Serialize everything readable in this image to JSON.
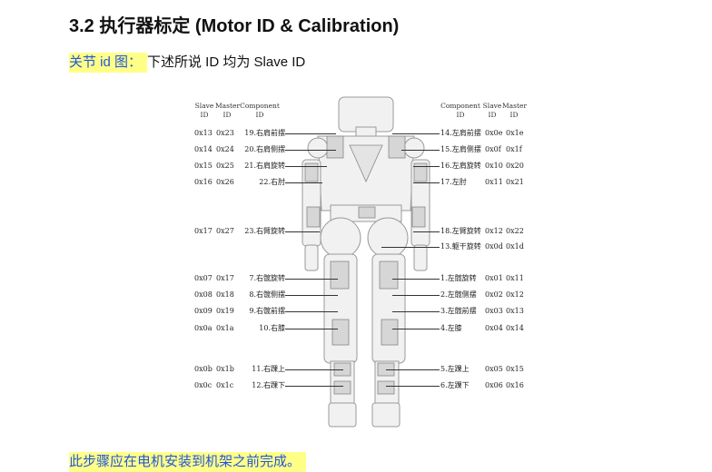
{
  "heading": "3.2 执行器标定 (Motor ID & Calibration)",
  "intro": {
    "highlight": "关节 id 图：",
    "text": "下述所说 ID 均为 Slave ID"
  },
  "figure": {
    "left_header": {
      "slave": "Slave ID",
      "master": "Master ID",
      "component": "Component ID"
    },
    "right_header": {
      "component": "Component ID",
      "slave": "Slave ID",
      "master": "Master ID"
    },
    "left_rows": [
      {
        "slave": "0x13",
        "master": "0x23",
        "component": "19.右肩前摆"
      },
      {
        "slave": "0x14",
        "master": "0x24",
        "component": "20.右肩侧摆"
      },
      {
        "slave": "0x15",
        "master": "0x25",
        "component": "21.右肩旋转"
      },
      {
        "slave": "0x16",
        "master": "0x26",
        "component": "22.右肘"
      },
      {
        "slave": "0x17",
        "master": "0x27",
        "component": "23.右臂旋转"
      },
      {
        "slave": "0x07",
        "master": "0x17",
        "component": "7.右髋旋转"
      },
      {
        "slave": "0x08",
        "master": "0x18",
        "component": "8.右髋侧摆"
      },
      {
        "slave": "0x09",
        "master": "0x19",
        "component": "9.右髋前摆"
      },
      {
        "slave": "0x0a",
        "master": "0x1a",
        "component": "10.右膝"
      },
      {
        "slave": "0x0b",
        "master": "0x1b",
        "component": "11.右踝上"
      },
      {
        "slave": "0x0c",
        "master": "0x1c",
        "component": "12.右踝下"
      }
    ],
    "right_rows": [
      {
        "component": "14.左肩前摆",
        "slave": "0x0e",
        "master": "0x1e"
      },
      {
        "component": "15.左肩侧摆",
        "slave": "0x0f",
        "master": "0x1f"
      },
      {
        "component": "16.左肩旋转",
        "slave": "0x10",
        "master": "0x20"
      },
      {
        "component": "17.左肘",
        "slave": "0x11",
        "master": "0x21"
      },
      {
        "component": "18.左臂旋转",
        "slave": "0x12",
        "master": "0x22"
      },
      {
        "component": "13.躯干旋转",
        "slave": "0x0d",
        "master": "0x1d"
      },
      {
        "component": "1.左髋旋转",
        "slave": "0x01",
        "master": "0x11"
      },
      {
        "component": "2.左髋侧摆",
        "slave": "0x02",
        "master": "0x12"
      },
      {
        "component": "3.左髋前摆",
        "slave": "0x03",
        "master": "0x13"
      },
      {
        "component": "4.左膝",
        "slave": "0x04",
        "master": "0x14"
      },
      {
        "component": "5.左踝上",
        "slave": "0x05",
        "master": "0x15"
      },
      {
        "component": "6.左踝下",
        "slave": "0x06",
        "master": "0x16"
      }
    ]
  },
  "footer": "此步骤应在电机安装到机架之前完成。"
}
